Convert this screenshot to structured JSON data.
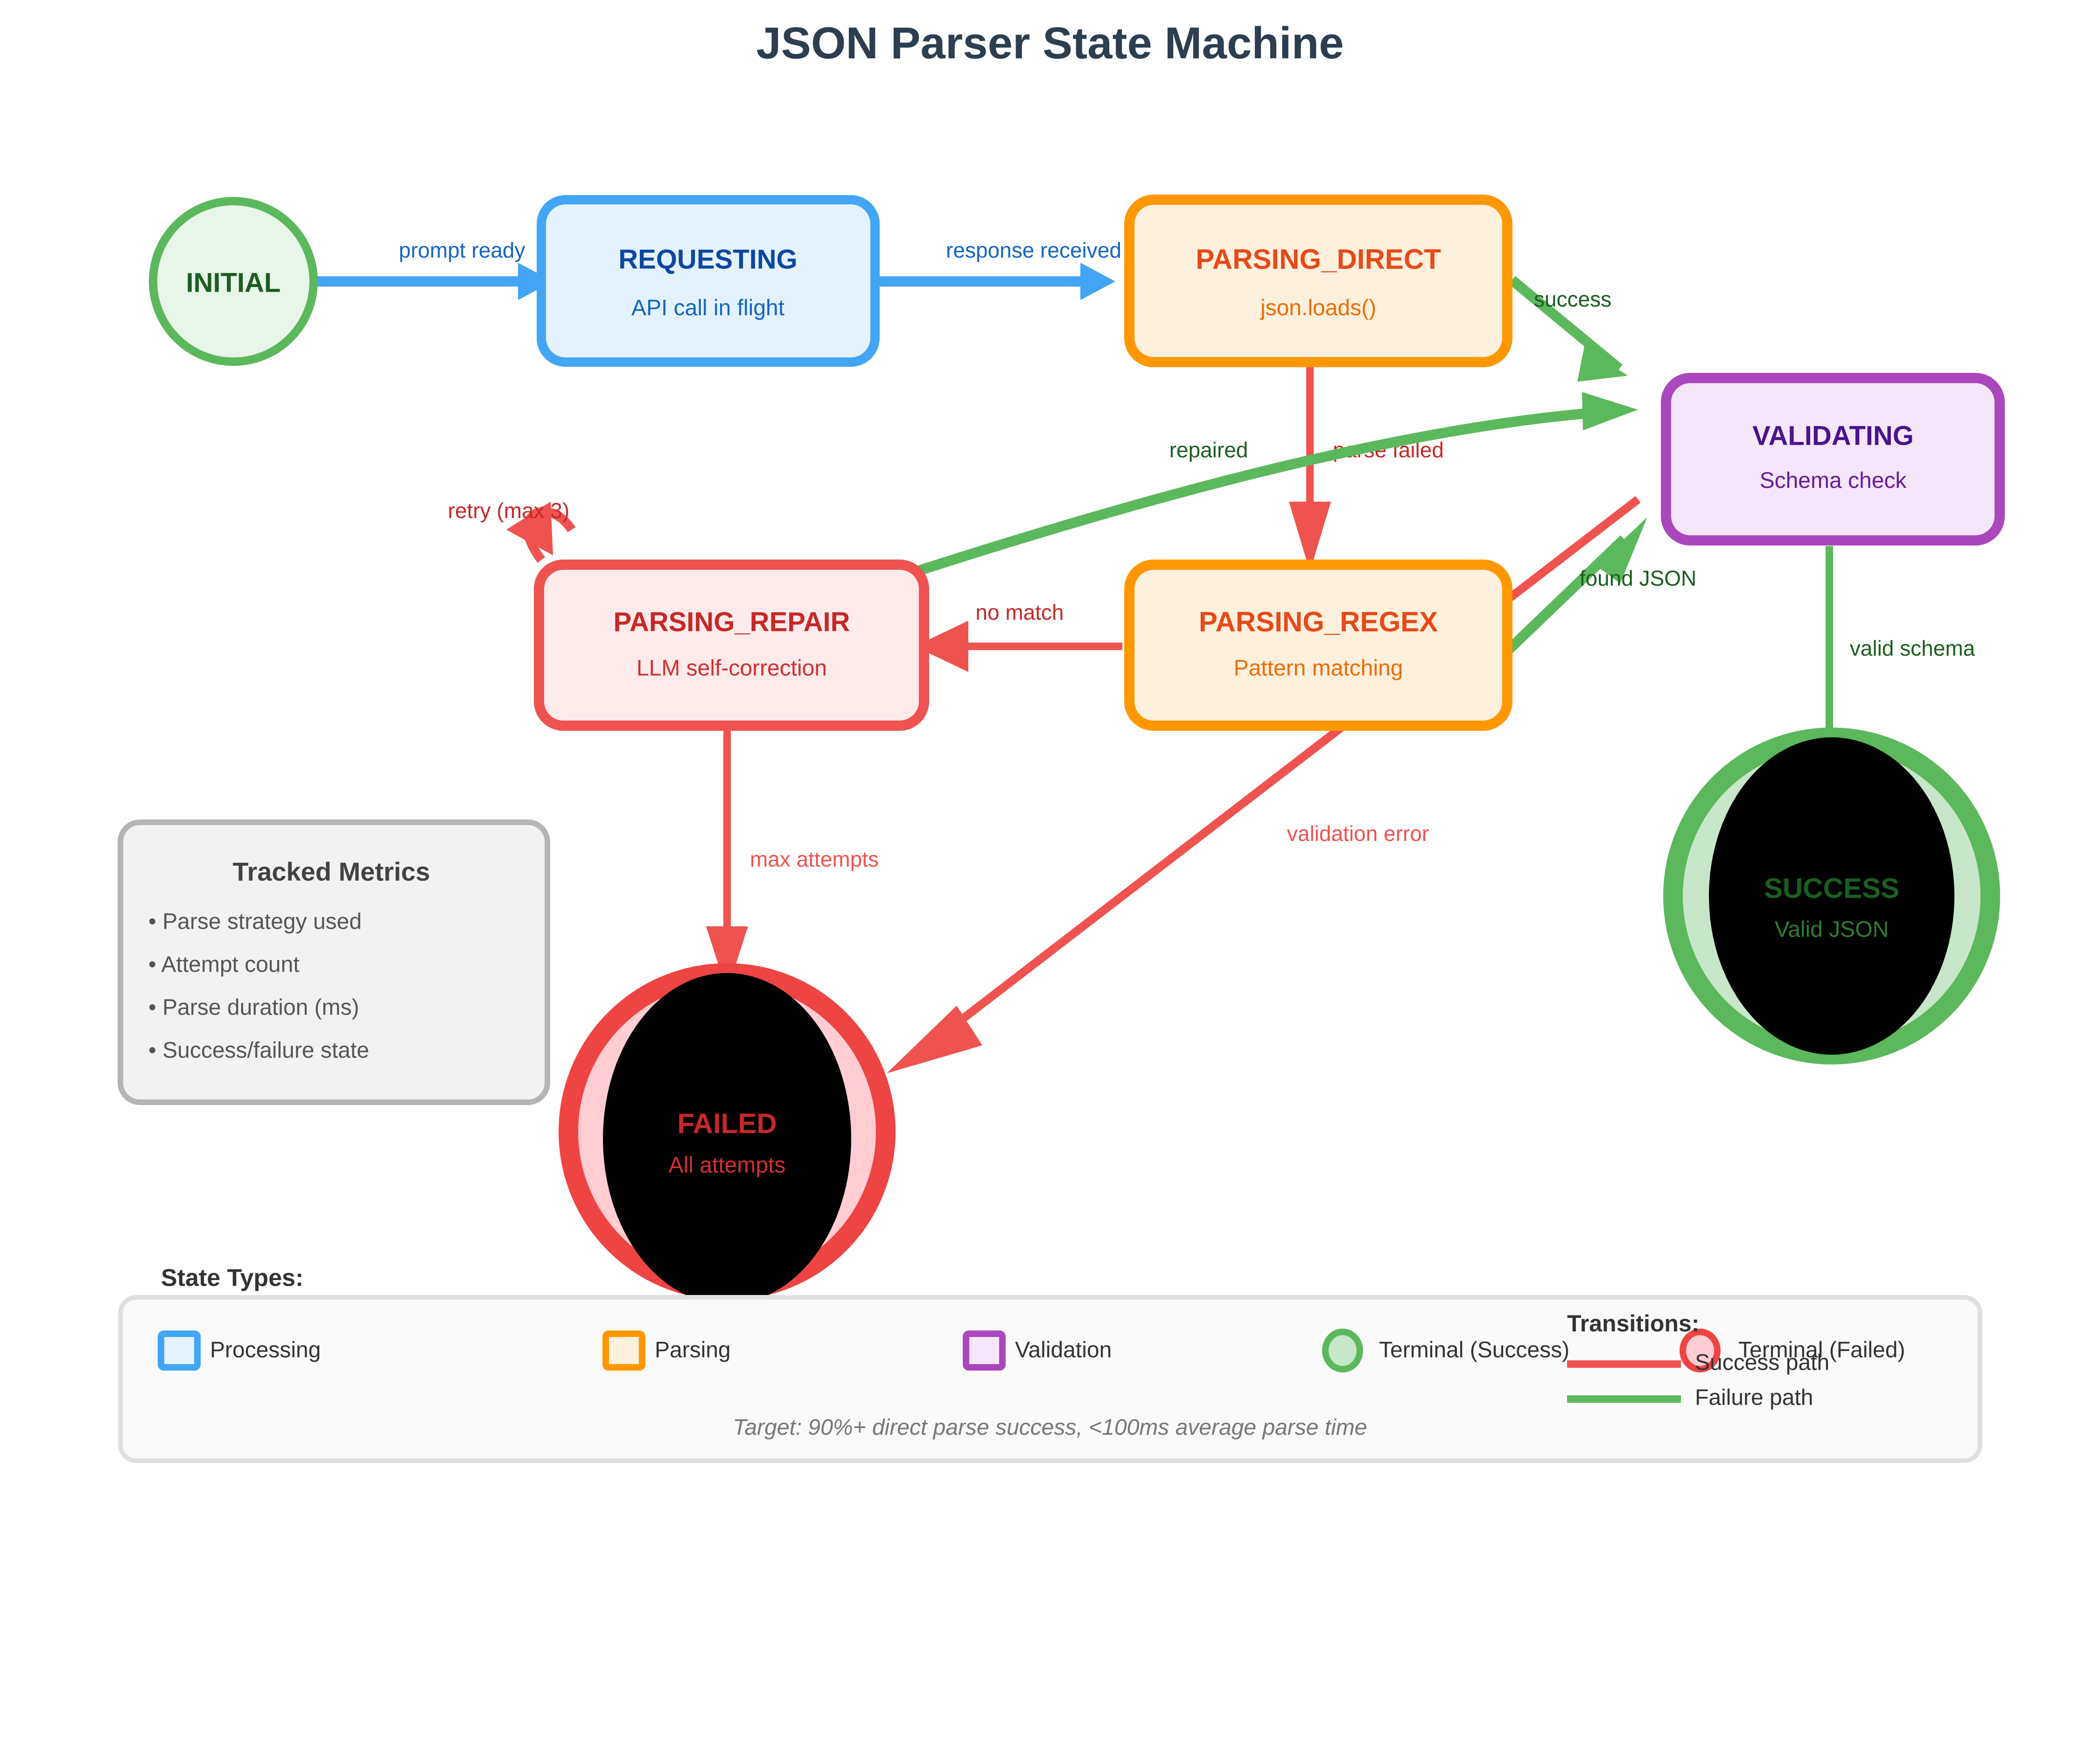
{
  "title": "JSON Parser State Machine",
  "colors": {
    "title": "#2c3e50",
    "processing_border": "#42a5f5",
    "processing_fill": "#e3f2fd",
    "processing_title_text": "#0d47a1",
    "processing_sub_text": "#1565c0",
    "parsing_border": "#ff9800",
    "parsing_fill": "#fdf0dc",
    "parsing_title_text": "#e64a19",
    "parsing_sub_text": "#ef6c00",
    "validation_border": "#ab47bc",
    "validation_fill": "#f5e6f9",
    "validation_title_text": "#4a148c",
    "validation_sub_text": "#6a1b9a",
    "repair_border": "#ef5350",
    "repair_fill": "#fdeaea",
    "repair_title_text": "#c62828",
    "repair_sub_text": "#d32f2f",
    "terminal_success_border": "#5cb85c",
    "terminal_success_fill": "#c8e6c9",
    "terminal_success_text": "#1b5e20",
    "terminal_success_sub": "#2e7d32",
    "terminal_failed_border": "#ef4444",
    "terminal_failed_fill": "#ffcdd2",
    "terminal_failed_text": "#c62828",
    "terminal_failed_sub": "#d32f2f",
    "initial_border": "#5cb85c",
    "initial_fill": "#e8f5e9",
    "initial_text": "#1b5e20",
    "success_edge": "#5cb85c",
    "failure_edge": "#ef5350",
    "blue_edge": "#42a5f5",
    "blue_edge_label": "#1565c0",
    "green_edge_label": "#1b5e20",
    "red_edge_label": "#c62828",
    "overlay_black": "#000000"
  },
  "states": [
    {
      "id": "initial",
      "name": "INITIAL",
      "subtitle": "",
      "kind": "start-circle"
    },
    {
      "id": "requesting",
      "name": "REQUESTING",
      "subtitle": "API call in flight",
      "kind": "processing"
    },
    {
      "id": "parsing_direct",
      "name": "PARSING_DIRECT",
      "subtitle": "json.loads()",
      "kind": "parsing"
    },
    {
      "id": "validating",
      "name": "VALIDATING",
      "subtitle": "Schema check",
      "kind": "validation"
    },
    {
      "id": "parsing_repair",
      "name": "PARSING_REPAIR",
      "subtitle": "LLM self-correction",
      "kind": "repair"
    },
    {
      "id": "parsing_regex",
      "name": "PARSING_REGEX",
      "subtitle": "Pattern matching",
      "kind": "parsing"
    },
    {
      "id": "success",
      "name": "SUCCESS",
      "subtitle": "Valid JSON",
      "kind": "terminal-success"
    },
    {
      "id": "failed",
      "name": "FAILED",
      "subtitle": "All attempts",
      "kind": "terminal-failed"
    }
  ],
  "transitions": [
    {
      "id": "t1",
      "from": "initial",
      "to": "requesting",
      "label": "prompt ready",
      "style": "blue"
    },
    {
      "id": "t2",
      "from": "requesting",
      "to": "parsing_direct",
      "label": "response received",
      "style": "blue"
    },
    {
      "id": "t3",
      "from": "parsing_direct",
      "to": "validating",
      "label": "success",
      "style": "green"
    },
    {
      "id": "t4",
      "from": "parsing_direct",
      "to": "parsing_regex",
      "label": "parse failed",
      "style": "red"
    },
    {
      "id": "t5",
      "from": "parsing_regex",
      "to": "validating",
      "label": "found JSON",
      "style": "green"
    },
    {
      "id": "t6",
      "from": "parsing_regex",
      "to": "parsing_repair",
      "label": "no match",
      "style": "red"
    },
    {
      "id": "t7",
      "from": "parsing_repair",
      "to": "validating",
      "label": "repaired",
      "style": "green"
    },
    {
      "id": "t8",
      "from": "parsing_repair",
      "to": "parsing_repair",
      "label": "retry (max 3)",
      "style": "red"
    },
    {
      "id": "t9",
      "from": "parsing_repair",
      "to": "failed",
      "label": "max attempts",
      "style": "red"
    },
    {
      "id": "t10",
      "from": "validating",
      "to": "success",
      "label": "valid schema",
      "style": "green"
    },
    {
      "id": "t11",
      "from": "validating",
      "to": "failed",
      "label": "validation error",
      "style": "red"
    }
  ],
  "metrics_panel": {
    "title": "Tracked Metrics",
    "items": [
      "• Parse strategy used",
      "• Attempt count",
      "• Parse duration (ms)",
      "• Success/failure state"
    ]
  },
  "legend": {
    "state_types_heading": "State Types:",
    "transitions_heading": "Transitions:",
    "swatches": [
      {
        "label": "Processing",
        "shape": "rect",
        "border": "#42a5f5",
        "fill": "#e3f2fd"
      },
      {
        "label": "Parsing",
        "shape": "rect",
        "border": "#ff9800",
        "fill": "#fdf0dc"
      },
      {
        "label": "Validation",
        "shape": "rect",
        "border": "#ab47bc",
        "fill": "#f5e6f9"
      },
      {
        "label": "Terminal (Success)",
        "shape": "ellipse",
        "border": "#5cb85c",
        "fill": "#c8e6c9"
      },
      {
        "label": "Terminal (Failed)",
        "shape": "ellipse",
        "border": "#ef4444",
        "fill": "#ffcdd2"
      }
    ],
    "paths": [
      {
        "label": "Success path",
        "color": "#ef5350"
      },
      {
        "label": "Failure path",
        "color": "#5cb85c"
      }
    ],
    "footnote": "Target: 90%+ direct parse success, <100ms average parse time"
  }
}
